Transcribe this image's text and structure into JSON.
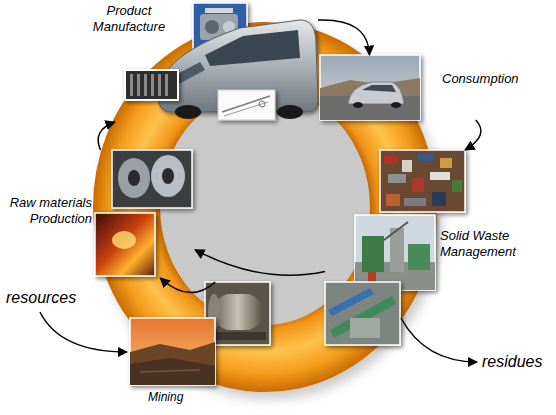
{
  "diagram": {
    "nodes": [
      {
        "text": [
          "Product Manufacture"
        ]
      },
      {
        "text": [
          "Consumption"
        ]
      },
      {
        "text": [
          "Solid Waste Management"
        ]
      },
      {
        "text": [
          "Raw materials Production"
        ]
      },
      {
        "text": [
          "Mining"
        ]
      }
    ],
    "edges": [
      {
        "from": 0,
        "to": 1,
        "arrow": "to"
      },
      {
        "from": 1,
        "to": 2,
        "arrow": "to"
      },
      {
        "from": 2,
        "to": 3,
        "arrow": "to"
      },
      {
        "from": 4,
        "to": 3,
        "arrow": "to"
      },
      {
        "from": 3,
        "to": 0,
        "arrow": "to"
      }
    ],
    "labels": [
      "resources",
      "residues"
    ]
  }
}
